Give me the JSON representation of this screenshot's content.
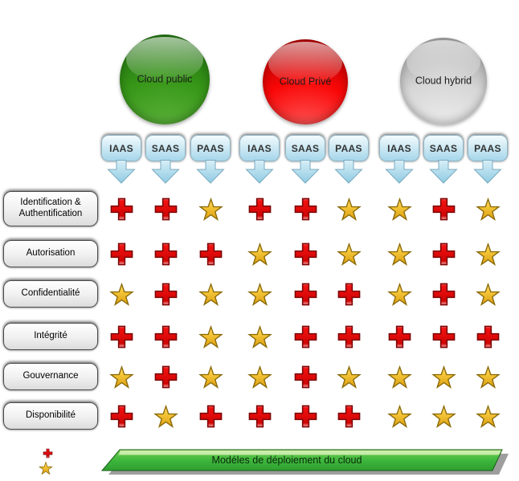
{
  "diagram": {
    "background_color": "#ffffff"
  },
  "deployment_models": [
    {
      "label": "Cloud public",
      "body_color": "#379718",
      "rim_color": "#1b640c",
      "light_color": "#66b944",
      "services": [
        "IAAS",
        "SAAS",
        "PAAS"
      ]
    },
    {
      "label": "Cloud Privé",
      "body_color": "#fa0707",
      "rim_color": "#990000",
      "light_color": "#ff6b6b",
      "services": [
        "IAAS",
        "SAAS",
        "PAAS"
      ]
    },
    {
      "label": "Cloud hybrid",
      "body_color": "#d6d6d6",
      "rim_color": "#8f8f8f",
      "light_color": "#f4f4f4",
      "services": [
        "IAAS",
        "SAAS",
        "PAAS"
      ]
    }
  ],
  "security_rows": [
    {
      "label": "Identification & Authentification",
      "cells": [
        "cross",
        "cross",
        "star",
        "cross",
        "cross",
        "star",
        "star",
        "cross",
        "star"
      ]
    },
    {
      "label": "Autorisation",
      "cells": [
        "cross",
        "cross",
        "cross",
        "star",
        "cross",
        "star",
        "star",
        "cross",
        "star"
      ]
    },
    {
      "label": "Confidentialité",
      "cells": [
        "star",
        "cross",
        "star",
        "star",
        "cross",
        "cross",
        "star",
        "cross",
        "star"
      ]
    },
    {
      "label": "Intégrité",
      "cells": [
        "cross",
        "cross",
        "star",
        "star",
        "cross",
        "cross",
        "cross",
        "cross",
        "cross"
      ]
    },
    {
      "label": "Gouvernance",
      "cells": [
        "star",
        "cross",
        "star",
        "star",
        "cross",
        "star",
        "star",
        "star",
        "star"
      ]
    },
    {
      "label": "Disponibilité",
      "cells": [
        "cross",
        "star",
        "cross",
        "cross",
        "cross",
        "cross",
        "star",
        "star",
        "star"
      ]
    }
  ],
  "banner": {
    "label": "Modéles de déploiement du cloud",
    "color_top": "#90da51",
    "color_mid": "#3cb43c",
    "color_bottom": "#2e9e2e"
  },
  "legend": {
    "items": [
      {
        "icon": "cross"
      },
      {
        "icon": "star"
      }
    ]
  },
  "icon_colors": {
    "cross_fill": "#ee0d0d",
    "cross_stroke": "#7c0404",
    "star_fill": "#f2c232",
    "star_stroke": "#8a6a08",
    "tag_blue": "#a6d6ea"
  }
}
